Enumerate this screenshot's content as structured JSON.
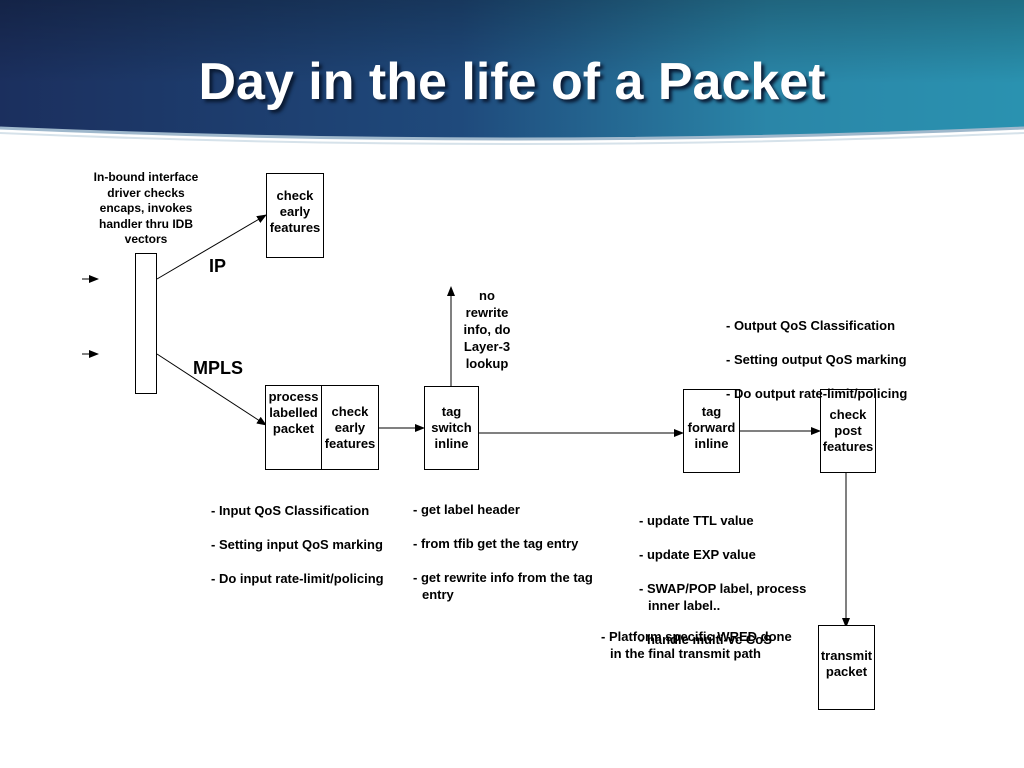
{
  "title": "Day in the life of a Packet",
  "labels": {
    "ip": "IP",
    "mpls": "MPLS"
  },
  "notes": {
    "inbound": "In-bound interface\ndriver checks\nencaps, invokes\nhandler thru IDB\nvectors",
    "no_rewrite": "no\nrewrite\ninfo, do\nLayer-3\nlookup",
    "output_qos": [
      "- Output QoS Classification",
      "- Setting output QoS marking",
      "- Do output rate-limit/policing"
    ],
    "input_qos": [
      "- Input QoS Classification",
      "- Setting input QoS marking",
      "- Do input rate-limit/policing"
    ],
    "tag_switch_steps": [
      "- get label header",
      "- from tfib get the tag entry",
      "- get rewrite info from the tag entry"
    ],
    "tag_forward_steps": [
      "- update TTL value",
      "- update EXP value",
      "- SWAP/POP label, process inner label..",
      "- handle multi-vc CoS"
    ],
    "wred": "- Platform specific WRED done in the final transmit path"
  },
  "boxes": {
    "check_early_ip": "check\nearly\nfeatures",
    "process_labelled": "process\nlabelled\npacket",
    "check_early_mpls": "check\nearly\nfeatures",
    "tag_switch": "tag\nswitch\ninline",
    "tag_forward": "tag\nforward\ninline",
    "check_post": "check\npost\nfeatures",
    "transmit": "transmit\npacket"
  }
}
